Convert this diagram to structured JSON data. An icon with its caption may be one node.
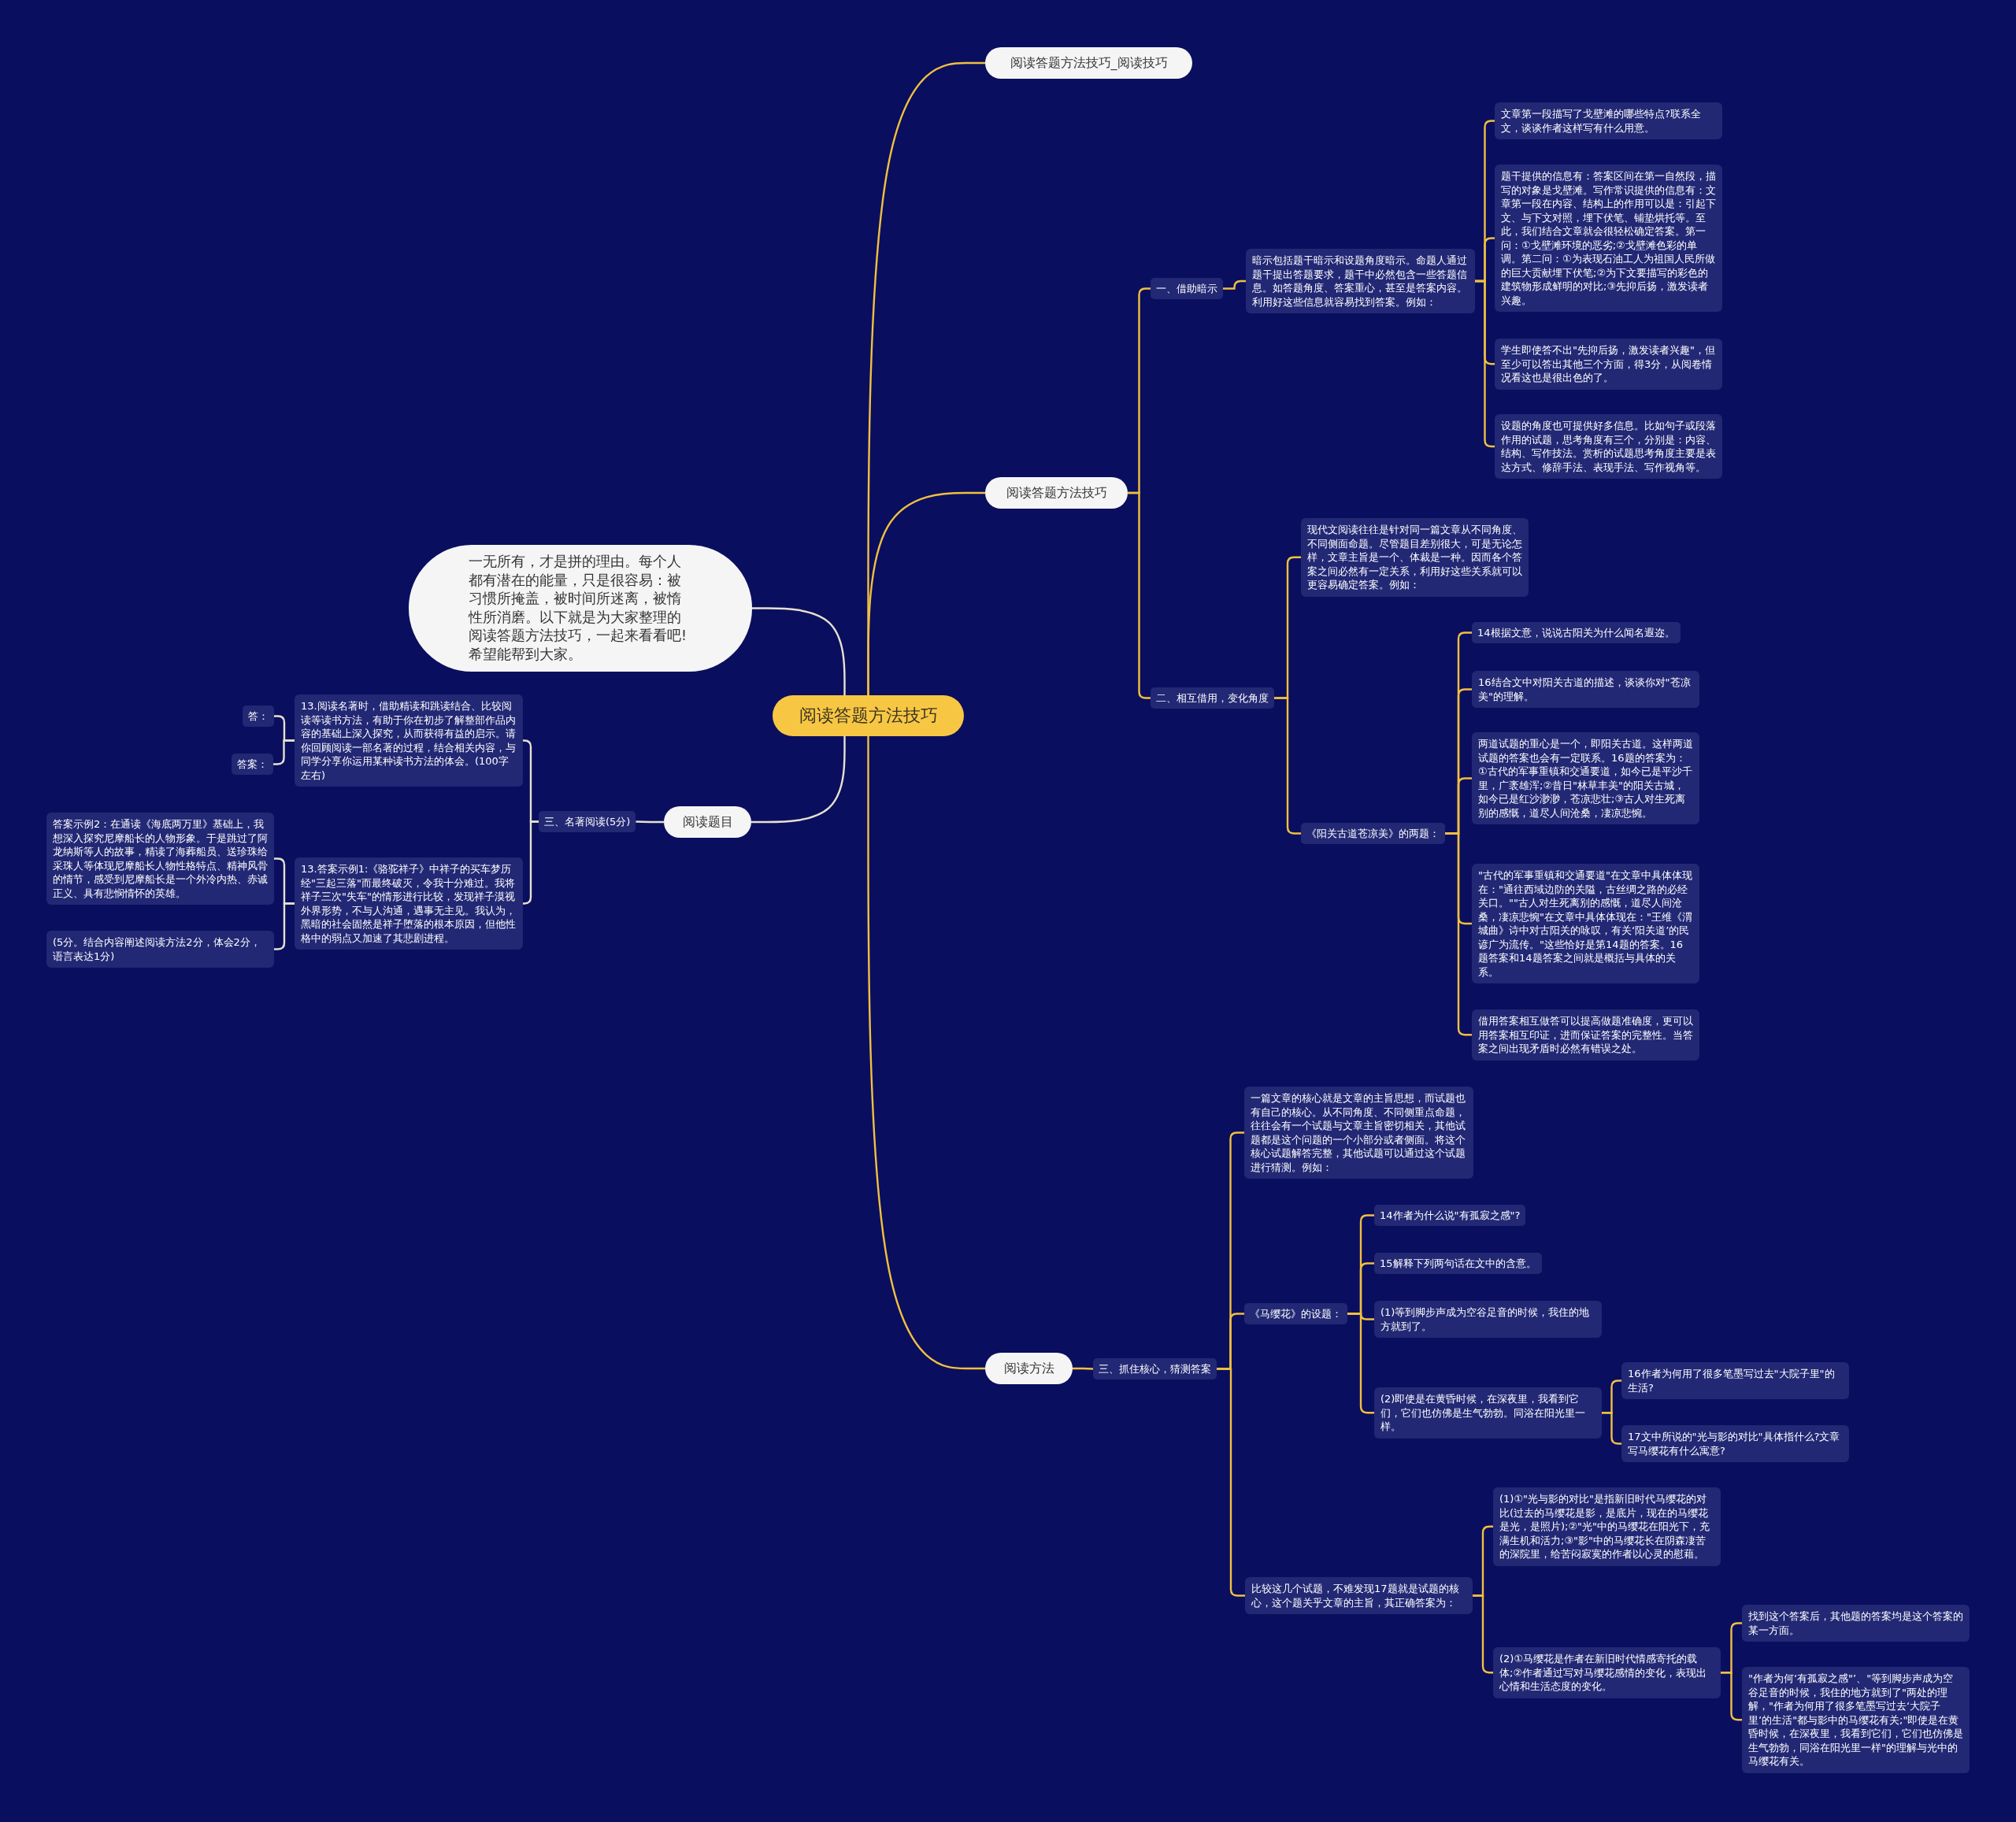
{
  "diagram": {
    "nodes": [
      {
        "text": [
          "阅读答题方法技巧"
        ]
      },
      {
        "text": [
          "阅读答题方法技巧_阅读技巧"
        ]
      },
      {
        "text": [
          "阅读答题方法技巧"
        ]
      },
      {
        "text": [
          "一、借助暗示"
        ]
      },
      {
        "text": [
          "暗示包括题干暗示和设题角度暗示。命题人通过题干提出答题要求，题干中必然包含一些答题信息。如答题角度、答案重心，甚至是答案内容。利用好这些信息就容易找到答案。例如："
        ]
      },
      {
        "text": [
          "文章第一段描写了戈壁滩的哪些特点?联系全文，谈谈作者这样写有什么用意。"
        ]
      },
      {
        "text": [
          "题干提供的信息有：答案区间在第一自然段，描写的对象是戈壁滩。写作常识提供的信息有：文章第一段在内容、结构上的作用可以是：引起下文、与下文对照，埋下伏笔、铺垫烘托等。至此，我们结合文章就会很轻松确定答案。第一问：①戈壁滩环境的恶劣;②戈壁滩色彩的单调。第二问：①为表现石油工人为祖国人民所做的巨大贡献埋下伏笔;②为下文要描写的彩色的建筑物形成鲜明的对比;③先抑后扬，激发读者兴趣。"
        ]
      },
      {
        "text": [
          "学生即使答不出\"先抑后扬，激发读者兴趣\"，但至少可以答出其他三个方面，得3分，从阅卷情况看这也是很出色的了。"
        ]
      },
      {
        "text": [
          "设题的角度也可提供好多信息。比如句子或段落作用的试题，思考角度有三个，分别是：内容、结构、写作技法。赏析的试题思考角度主要是表达方式、修辞手法、表现手法、写作视角等。"
        ]
      },
      {
        "text": [
          "二、相互借用，变化角度"
        ]
      },
      {
        "text": [
          "现代文阅读往往是针对同一篇文章从不同角度、不同侧面命题。尽管题目差别很大，可是无论怎样，文章主旨是一个、体裁是一种。因而各个答案之间必然有一定关系，利用好这些关系就可以更容易确定答案。例如："
        ]
      },
      {
        "text": [
          "《阳关古道苍凉美》的两题："
        ]
      },
      {
        "text": [
          "14根据文意，说说古阳关为什么闻名遐迩。"
        ]
      },
      {
        "text": [
          "16结合文中对阳关古道的描述，谈谈你对\"苍凉美\"的理解。"
        ]
      },
      {
        "text": [
          "两道试题的重心是一个，即阳关古道。这样两道试题的答案也会有一定联系。16题的答案为：①古代的军事重镇和交通要道，如今已是平沙千里，广袤雄浑;②昔日\"林草丰美\"的阳关古城，如今已是红沙渺渺，苍凉悲壮;③古人对生死离别的感慨，道尽人间沧桑，凄凉悲惋。"
        ]
      },
      {
        "text": [
          "\"古代的军事重镇和交通要道\"在文章中具体体现在：\"通往西域边防的关隘，古丝绸之路的必经关口。\"\"古人对生死离别的感慨，道尽人间沧桑，凄凉悲惋\"在文章中具体体现在：\"王维《渭城曲》诗中对古阳关的咏叹，有关‘阳关道’的民谚广为流传。\"这些恰好是第14题的答案。16题答案和14题答案之间就是概括与具体的关系。"
        ]
      },
      {
        "text": [
          "借用答案相互做答可以提高做题准确度，更可以用答案相互印证，进而保证答案的完整性。当答案之间出现矛盾时必然有错误之处。"
        ]
      },
      {
        "text": [
          "阅读方法"
        ]
      },
      {
        "text": [
          "三、抓住核心，猜测答案"
        ]
      },
      {
        "text": [
          "一篇文章的核心就是文章的主旨思想，而试题也有自己的核心。从不同角度、不同侧重点命题，往往会有一个试题与文章主旨密切相关，其他试题都是这个问题的一个小部分或者侧面。将这个核心试题解答完整，其他试题可以通过这个试题进行猜测。例如："
        ]
      },
      {
        "text": [
          "《马缨花》的设题："
        ]
      },
      {
        "text": [
          "14作者为什么说\"有孤寂之感\"?"
        ]
      },
      {
        "text": [
          "15解释下列两句话在文中的含意。"
        ]
      },
      {
        "text": [
          "(1)等到脚步声成为空谷足音的时候，我住的地方就到了。"
        ]
      },
      {
        "text": [
          "(2)即使是在黄昏时候，在深夜里，我看到它们，它们也仿佛是生气勃勃。同浴在阳光里一样。"
        ]
      },
      {
        "text": [
          "16作者为何用了很多笔墨写过去\"大院子里\"的生活?"
        ]
      },
      {
        "text": [
          "17文中所说的\"光与影的对比\"具体指什么?文章写马缨花有什么寓意?"
        ]
      },
      {
        "text": [
          "比较这几个试题，不难发现17题就是试题的核心，这个题关乎文章的主旨，其正确答案为："
        ]
      },
      {
        "text": [
          "(1)①\"光与影的对比\"是指新旧时代马缨花的对比(过去的马缨花是影，是底片，现在的马缨花是光，是照片);②\"光\"中的马缨花在阳光下，充满生机和活力;③\"影\"中的马缨花长在阴森凄苦的深院里，给苦闷寂寞的作者以心灵的慰藉。"
        ]
      },
      {
        "text": [
          "(2)①马缨花是作者在新旧时代情感寄托的载体;②作者通过写对马缨花感情的变化，表现出心情和生活态度的变化。"
        ]
      },
      {
        "text": [
          "找到这个答案后，其他题的答案均是这个答案的某一方面。"
        ]
      },
      {
        "text": [
          "\"作者为何‘有孤寂之感\"’、\"等到脚步声成为空谷足音的时候，我住的地方就到了\"两处的理解，\"作者为何用了很多笔墨写过去‘大院子里’的生活\"都与影中的马缨花有关;\"即使是在黄昏时候，在深夜里，我看到它们，它们也仿佛是生气勃勃，同浴在阳光里一样\"的理解与光中的马缨花有关。"
        ]
      },
      {
        "text": [
          "一无所有，才是拼的理由。每个人都有潜在的能量，只是很容易：被习惯所掩盖，被时间所迷离，被惰性所消磨。以下就是为大家整理的阅读答题方法技巧，一起来看看吧!希望能帮到大家。"
        ]
      },
      {
        "text": [
          "阅读题目"
        ]
      },
      {
        "text": [
          "三、名著阅读(5分)"
        ]
      },
      {
        "text": [
          "13.阅读名著时，借助精读和跳读结合、比较阅读等读书方法，有助于你在初步了解整部作品内容的基础上深入探究，从而获得有益的启示。请你回顾阅读一部名著的过程，结合相关内容，与同学分享你运用某种读书方法的体会。(100字左右)"
        ]
      },
      {
        "text": [
          "答："
        ]
      },
      {
        "text": [
          "答案："
        ]
      },
      {
        "text": [
          "13.答案示例1:《骆驼祥子》中祥子的买车梦历经\"三起三落\"而最终破灭，令我十分难过。我将祥子三次\"失车\"的情形进行比较，发现祥子漠视外界形势，不与人沟通，遇事无主见。我认为，黑暗的社会固然是祥子堕落的根本原因，但他性格中的弱点又加速了其悲剧进程。"
        ]
      },
      {
        "text": [
          "答案示例2：在通读《海底两万里》基础上，我想深入探究尼摩船长的人物形象。于是跳过了阿龙纳斯等人的故事，精读了海葬船员、送珍珠给采珠人等体现尼摩船长人物性格特点、精神风骨的情节，感受到尼摩船长是一个外冷内热、赤诚正义、具有悲悯情怀的英雄。"
        ]
      },
      {
        "text": [
          "(5分。结合内容阐述阅读方法2分，体会2分，语言表达1分)"
        ]
      }
    ],
    "edges": [
      {
        "from": 0,
        "to": 1,
        "arrow": "none"
      },
      {
        "from": 0,
        "to": 2,
        "arrow": "none"
      },
      {
        "from": 2,
        "to": 3,
        "arrow": "none"
      },
      {
        "from": 3,
        "to": 4,
        "arrow": "none"
      },
      {
        "from": 4,
        "to": 5,
        "arrow": "none"
      },
      {
        "from": 4,
        "to": 6,
        "arrow": "none"
      },
      {
        "from": 4,
        "to": 7,
        "arrow": "none"
      },
      {
        "from": 4,
        "to": 8,
        "arrow": "none"
      },
      {
        "from": 2,
        "to": 9,
        "arrow": "none"
      },
      {
        "from": 9,
        "to": 10,
        "arrow": "none"
      },
      {
        "from": 9,
        "to": 11,
        "arrow": "none"
      },
      {
        "from": 11,
        "to": 12,
        "arrow": "none"
      },
      {
        "from": 11,
        "to": 13,
        "arrow": "none"
      },
      {
        "from": 11,
        "to": 14,
        "arrow": "none"
      },
      {
        "from": 11,
        "to": 15,
        "arrow": "none"
      },
      {
        "from": 11,
        "to": 16,
        "arrow": "none"
      },
      {
        "from": 0,
        "to": 17,
        "arrow": "none"
      },
      {
        "from": 17,
        "to": 18,
        "arrow": "none"
      },
      {
        "from": 18,
        "to": 19,
        "arrow": "none"
      },
      {
        "from": 18,
        "to": 20,
        "arrow": "none"
      },
      {
        "from": 20,
        "to": 21,
        "arrow": "none"
      },
      {
        "from": 20,
        "to": 22,
        "arrow": "none"
      },
      {
        "from": 20,
        "to": 23,
        "arrow": "none"
      },
      {
        "from": 20,
        "to": 24,
        "arrow": "none"
      },
      {
        "from": 24,
        "to": 25,
        "arrow": "none"
      },
      {
        "from": 24,
        "to": 26,
        "arrow": "none"
      },
      {
        "from": 18,
        "to": 27,
        "arrow": "none"
      },
      {
        "from": 27,
        "to": 28,
        "arrow": "none"
      },
      {
        "from": 27,
        "to": 29,
        "arrow": "none"
      },
      {
        "from": 29,
        "to": 30,
        "arrow": "none"
      },
      {
        "from": 29,
        "to": 31,
        "arrow": "none"
      },
      {
        "from": 0,
        "to": 32,
        "arrow": "none",
        "color": "#e6e1cf"
      },
      {
        "from": 0,
        "to": 33,
        "arrow": "none",
        "color": "#e6e1cf"
      },
      {
        "from": 33,
        "to": 34,
        "arrow": "none",
        "color": "#e6e1cf"
      },
      {
        "from": 34,
        "to": 35,
        "arrow": "none",
        "color": "#e6e1cf"
      },
      {
        "from": 35,
        "to": 36,
        "arrow": "none",
        "color": "#e6e1cf"
      },
      {
        "from": 35,
        "to": 37,
        "arrow": "none",
        "color": "#e6e1cf"
      },
      {
        "from": 34,
        "to": 38,
        "arrow": "none",
        "color": "#e6e1cf"
      },
      {
        "from": 38,
        "to": 39,
        "arrow": "none",
        "color": "#e6e1cf"
      },
      {
        "from": 38,
        "to": 40,
        "arrow": "none",
        "color": "#e6e1cf"
      }
    ]
  }
}
